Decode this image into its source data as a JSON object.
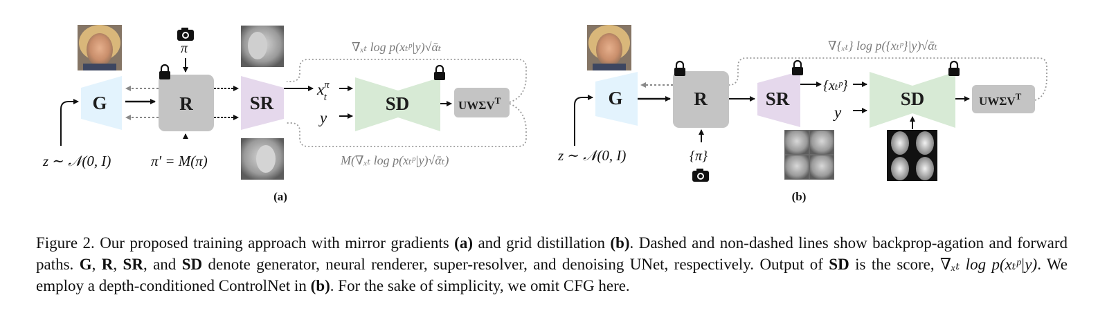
{
  "figure_number": "Figure 2.",
  "panels": {
    "a": {
      "label": "(a)",
      "blocks": {
        "g": "G",
        "r": "R",
        "sr": "SR",
        "sd": "SD",
        "svd": "UWΣV"
      },
      "svd_sup": "T",
      "z_prior": "z ∼ 𝒩(0, I)",
      "pi": "π",
      "pi_prime": "π′ = M(π)",
      "x_t": "x",
      "x_t_sup": "π",
      "x_t_sub": "t",
      "y": "y",
      "grad_top": "∇ₓₜ log p(xₜᵖ|y)√ᾱₜ",
      "grad_bottom": "M(∇ₓₜ log p(xₜᵖ|y)√ᾱₜ)"
    },
    "b": {
      "label": "(b)",
      "blocks": {
        "g": "G",
        "r": "R",
        "sr": "SR",
        "sd": "SD",
        "svd": "UWΣV"
      },
      "svd_sup": "T",
      "z_prior": "z ∼ 𝒩(0, I)",
      "pi_set": "{π}",
      "x_t_set": "{xₜᵖ}",
      "y": "y",
      "grad_top": "∇{ₓₜ} log p({xₜᵖ}|y)√ᾱₜ"
    }
  },
  "caption": {
    "t1": " Our proposed training approach with mirror gradients ",
    "a1": "(a)",
    "t2": " and grid distillation ",
    "b1": "(b)",
    "t3": ". Dashed and non-dashed lines show backprop-agation and forward paths. ",
    "G": "G",
    "t4": ", ",
    "R": "R",
    "t5": ", ",
    "SR": "SR",
    "t6": ", and ",
    "SD": "SD",
    "t7": " denote generator, neural renderer, super-resolver, and denoising UNet, respectively. Output of ",
    "SD2": "SD",
    "t8": " is the score, ",
    "score": "∇ₓₜ log p(xₜᵖ|y)",
    "t9": ". We employ a depth-conditioned ControlNet in ",
    "b2": "(b)",
    "t10": ". For the sake of simplicity, we omit CFG here."
  },
  "colors": {
    "generator": "#e3f3fd",
    "renderer": "#c4c4c4",
    "super_resolver": "#e5d8ec",
    "unet": "#d7ead5",
    "svd_box": "#c4c4c4",
    "gradient_text": "#7a7a7a"
  }
}
